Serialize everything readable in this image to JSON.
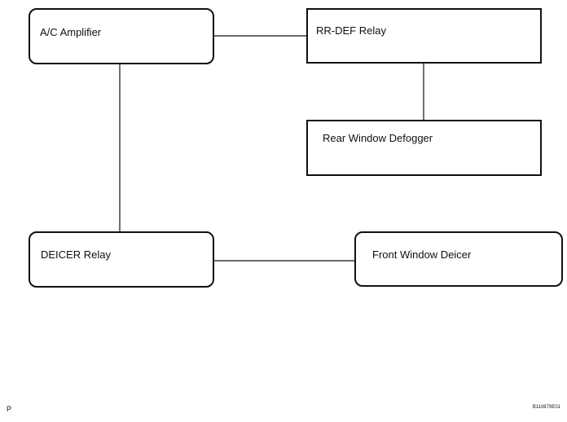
{
  "diagram": {
    "nodes": [
      {
        "id": "ac-amplifier",
        "label": "A/C Amplifier"
      },
      {
        "id": "rr-def-relay",
        "label": "RR-DEF Relay"
      },
      {
        "id": "rear-window-defogger",
        "label": "Rear Window Defogger"
      },
      {
        "id": "deicer-relay",
        "label": "DEICER Relay"
      },
      {
        "id": "front-window-deicer",
        "label": "Front Window Deicer"
      }
    ],
    "edges": [
      {
        "from": "ac-amplifier",
        "to": "rr-def-relay"
      },
      {
        "from": "rr-def-relay",
        "to": "rear-window-defogger"
      },
      {
        "from": "ac-amplifier",
        "to": "deicer-relay"
      },
      {
        "from": "deicer-relay",
        "to": "front-window-deicer"
      }
    ]
  },
  "footer": {
    "left_mark": "P",
    "figure_code": "B110879E01"
  }
}
